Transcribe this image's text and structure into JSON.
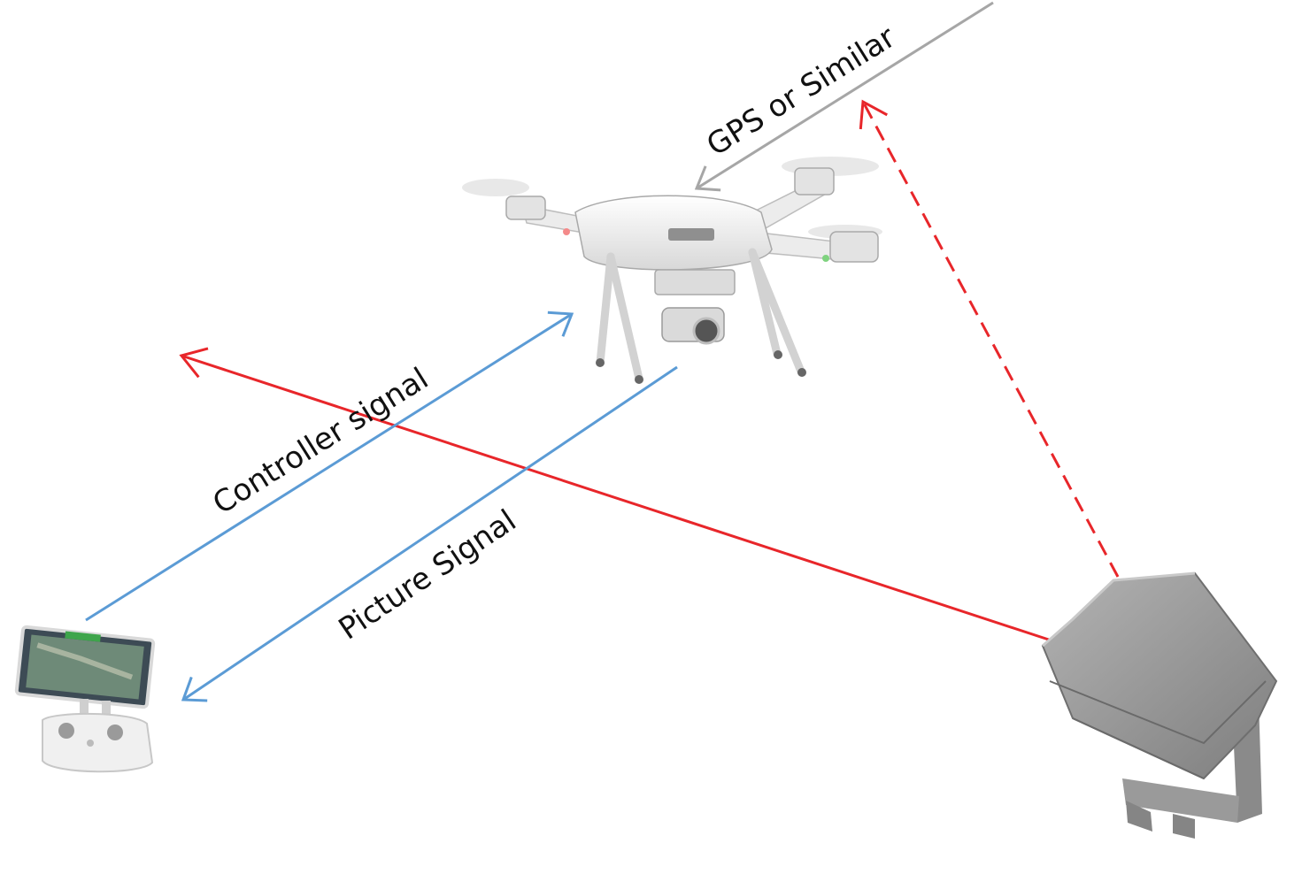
{
  "labels": {
    "gps": "GPS or Similar",
    "controller": "Controller signal",
    "picture": "Picture Signal"
  },
  "colors": {
    "signal_blue": "#5b9bd5",
    "jammer_red": "#e8262a",
    "gps_gray": "#a6a6a6",
    "device_gray": "#9a9a9a",
    "drone_white": "#f2f2f2"
  },
  "icons": [
    "drone-icon",
    "remote-controller-icon",
    "jammer-device-icon"
  ]
}
